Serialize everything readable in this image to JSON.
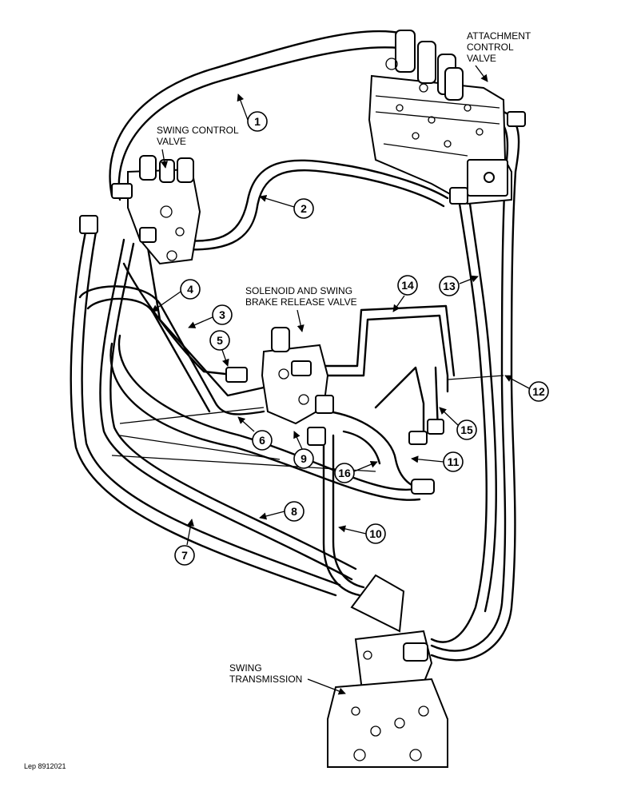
{
  "labels": {
    "attachment_valve": [
      "ATTACHMENT",
      "CONTROL",
      "VALVE"
    ],
    "swing_valve": [
      "SWING CONTROL",
      "VALVE"
    ],
    "solenoid_valve": [
      "SOLENOID AND SWING",
      "BRAKE RELEASE VALVE"
    ],
    "swing_transmission": [
      "SWING",
      "TRANSMISSION"
    ]
  },
  "callouts": [
    "1",
    "2",
    "3",
    "4",
    "5",
    "6",
    "7",
    "8",
    "9",
    "10",
    "11",
    "12",
    "13",
    "14",
    "15",
    "16"
  ],
  "drawing_code": "Lep 8912021",
  "icons": {
    "callout_marker": "circle-number-icon",
    "leader_arrow": "arrow-icon"
  }
}
